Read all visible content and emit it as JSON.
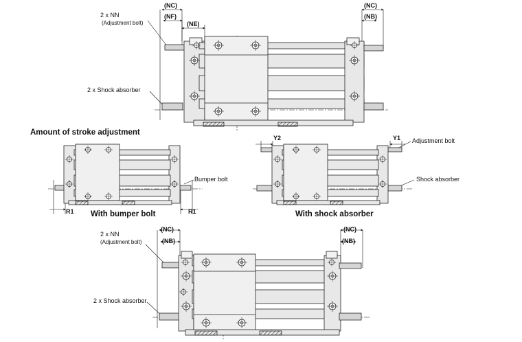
{
  "top_view": {
    "nc_left": "(NC)",
    "nf": "(NF)",
    "ne": "(NE)",
    "nn": "2 x NN",
    "adj_bolt": "(Adjustment bolt)",
    "shock": "2 x Shock absorber",
    "nc_right": "(NC)",
    "nb_right": "(NB)"
  },
  "stroke_section": {
    "title": "Amount of stroke adjustment",
    "bumper": {
      "caption": "With bumper bolt",
      "bumper_bolt": "Bumper bolt",
      "r1_left": "R1",
      "r1_right": "R1"
    },
    "shock": {
      "caption": "With shock absorber",
      "y2": "Y2",
      "y1": "Y1",
      "adj_bolt": "Adjustment bolt",
      "shock_absorber": "Shock absorber"
    }
  },
  "bottom_view": {
    "nc_left": "(NC)",
    "nb_left": "(NB)",
    "nn": "2 x NN",
    "adj_bolt": "(Adjustment bolt)",
    "shock": "2 x Shock absorber",
    "nc_right": "(NC)",
    "nb_right": "(NB)"
  }
}
